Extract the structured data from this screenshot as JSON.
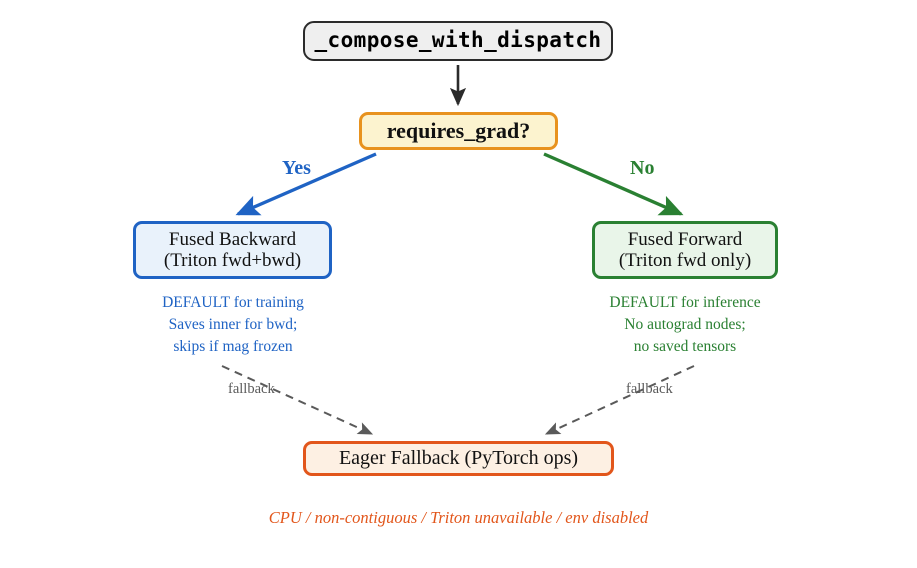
{
  "diagram": {
    "title_node": {
      "label": "_compose_with_dispatch",
      "name": "entry-node"
    },
    "decision_node": {
      "label": "requires_grad?",
      "name": "decision-node"
    },
    "branches": [
      {
        "edge_label": "Yes",
        "box_line1": "Fused Backward",
        "box_line2": "(Triton fwd+bwd)",
        "note_line1": "DEFAULT for training",
        "note_line2": "Saves inner for bwd;",
        "note_line3": "skips if mag frozen",
        "fallback_label": "fallback",
        "color": "#1f63c4"
      },
      {
        "edge_label": "No",
        "box_line1": "Fused Forward",
        "box_line2": "(Triton fwd only)",
        "note_line1": "DEFAULT for inference",
        "note_line2": "No autograd nodes;",
        "note_line3": "no saved tensors",
        "fallback_label": "fallback",
        "color": "#2a8032"
      }
    ],
    "fallback_node": {
      "label": "Eager Fallback (PyTorch ops)"
    },
    "caption": "CPU / non-contiguous / Triton unavailable / env disabled",
    "colors": {
      "background": "#ffffff",
      "entry_border": "#2b2b2b",
      "entry_fill": "#efefef",
      "decision_border": "#e8921e",
      "decision_fill": "#fcf3cf",
      "yes_branch": "#1f63c4",
      "yes_fill": "#e9f2fb",
      "no_branch": "#2a8032",
      "no_fill": "#e9f5e9",
      "fallback_border": "#e2561b",
      "fallback_fill": "#fdf0e3",
      "dashed_edge": "#5a5a5a",
      "caption": "#e2561b"
    }
  }
}
